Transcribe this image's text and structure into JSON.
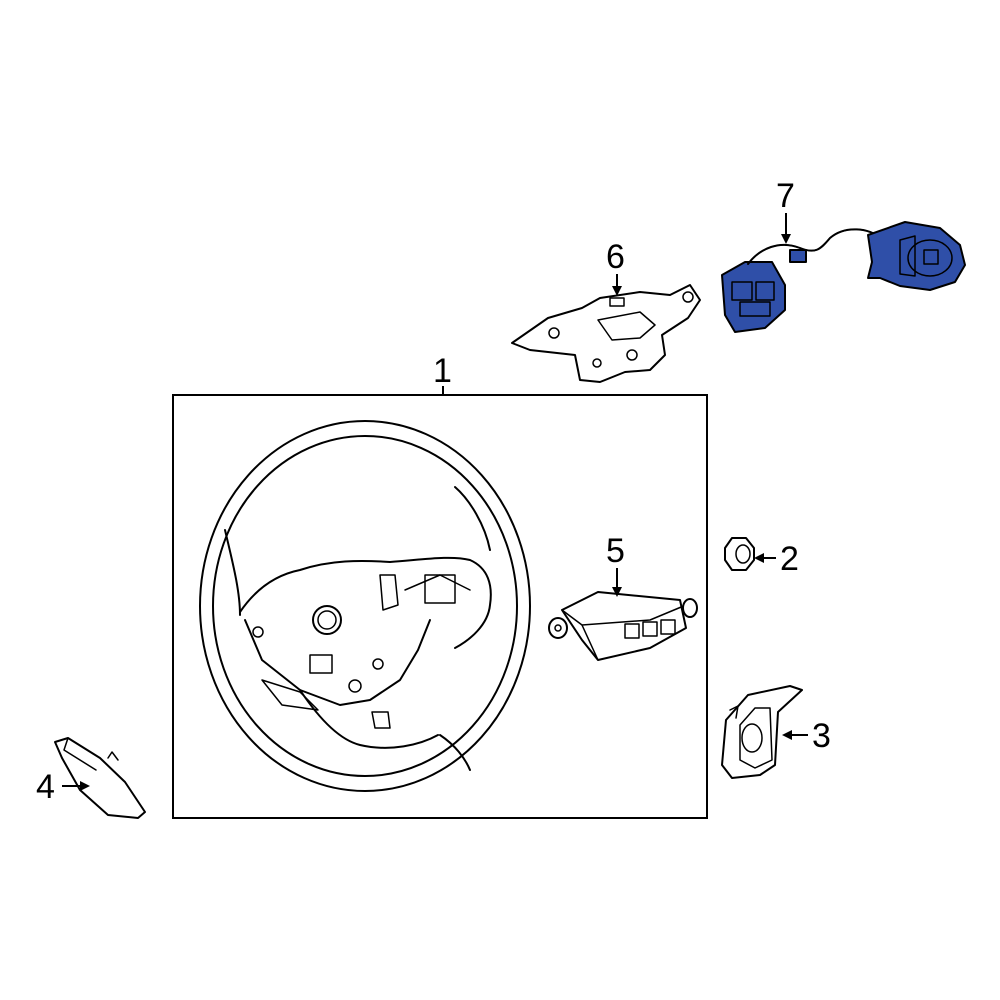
{
  "diagram": {
    "highlight_color": "#2f4fa8",
    "callouts": {
      "c1": "1",
      "c2": "2",
      "c3": "3",
      "c4": "4",
      "c5": "5",
      "c6": "6",
      "c7": "7"
    }
  }
}
